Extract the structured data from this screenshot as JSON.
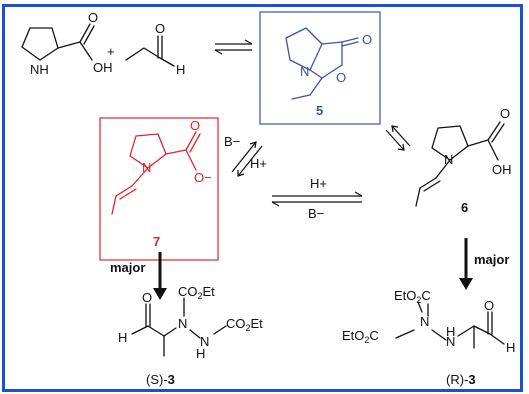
{
  "compounds": {
    "c5": {
      "label": "5"
    },
    "c7": {
      "label": "7"
    },
    "c6": {
      "label": "6"
    },
    "s3": {
      "prefix": "(S)-",
      "label": "3"
    },
    "r3": {
      "prefix": "(R)-",
      "label": "3"
    }
  },
  "atoms": {
    "nh": "NH",
    "oh": "OH",
    "o": "O",
    "h": "H",
    "n": "N",
    "o_minus": "O−",
    "co2et_co": "CO",
    "co2et_2": "2",
    "co2et_et": "Et",
    "eto2c_eto": "EtO",
    "eto2c_2": "2",
    "eto2c_c": "C",
    "h_label": "H"
  },
  "operators": {
    "plus": "+"
  },
  "arrows": {
    "b_minus": "B−",
    "h_plus": "H+",
    "major": "major"
  },
  "colors": {
    "border": "#1a4fd6",
    "blue": "#3d4fb0",
    "red": "#e0242c"
  }
}
